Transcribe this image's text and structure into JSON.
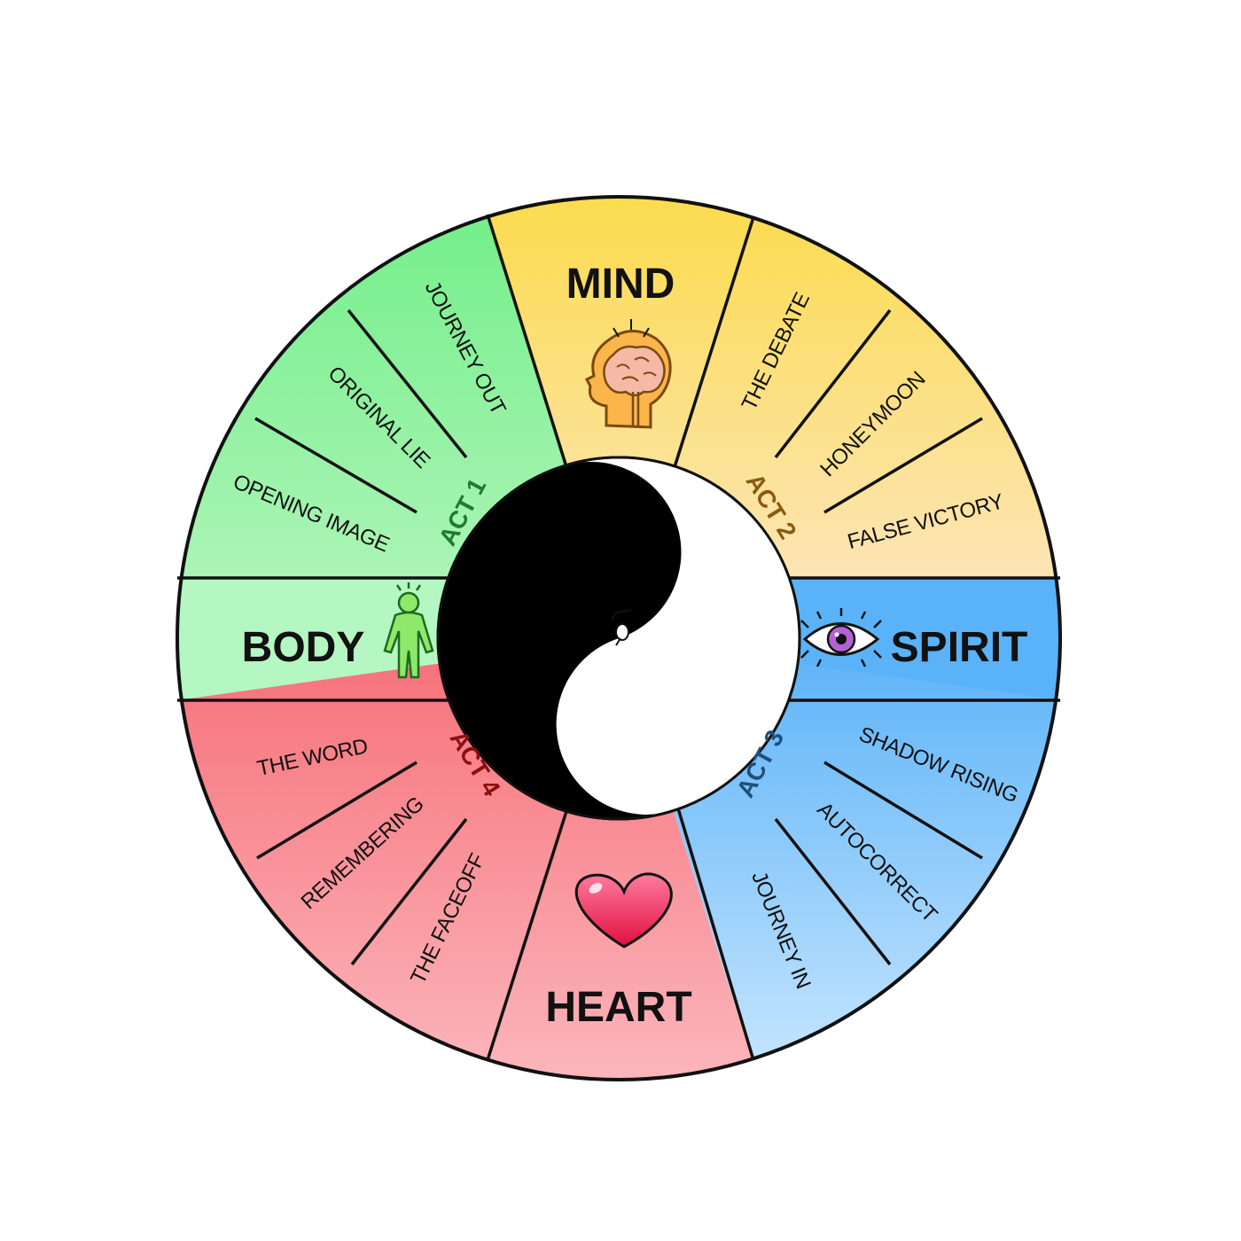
{
  "quadrants": {
    "mind": "MIND",
    "body": "BODY",
    "spirit": "SPIRIT",
    "heart": "HEART"
  },
  "acts": [
    {
      "label": "ACT 1",
      "color": "#1e7a2e"
    },
    {
      "label": "ACT 2",
      "color": "#8a5a10"
    },
    {
      "label": "ACT 3",
      "color": "#1f4f7a"
    },
    {
      "label": "ACT 4",
      "color": "#8a1010"
    }
  ],
  "beats": {
    "act1": [
      "JOURNEY OUT",
      "ORIGINAL LIE",
      "OPENING IMAGE"
    ],
    "act2": [
      "THE DEBATE",
      "HONEYMOON",
      "FALSE VICTORY"
    ],
    "act3": [
      "SHADOW RISING",
      "AUTOCORRECT",
      "JOURNEY IN"
    ],
    "act4": [
      "THE WORD",
      "REMEMBERING",
      "THE FACEOFF"
    ]
  },
  "colors": {
    "green": "#7eef8e",
    "yellow": "#fbe050",
    "peach": "#fde3bc",
    "blue": "#5ab2f8",
    "lightblue": "#bfe0fd",
    "red": "#f77a80",
    "pink": "#fbb3b8",
    "outline": "#111111"
  },
  "icons": {
    "mind": "brain-head-icon",
    "body": "body-figure-icon",
    "spirit": "eye-icon",
    "heart": "heart-icon",
    "center": "yin-yang-icon"
  }
}
